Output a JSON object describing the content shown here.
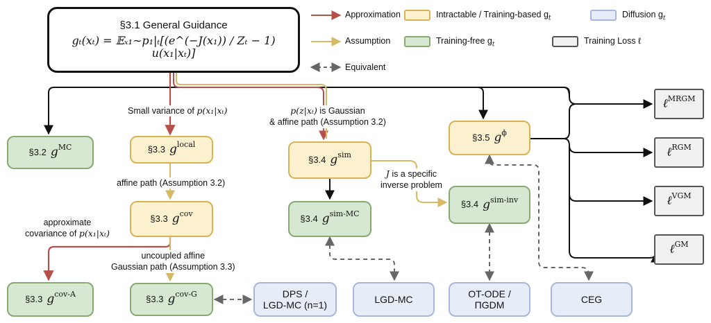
{
  "legend": {
    "approximation": "Approximation",
    "assumption": "Assumption",
    "equivalent": "Equivalent",
    "intractable": "Intractable / Training-based g",
    "intractable_sub": "t",
    "training_free": "Training-free g",
    "training_free_sub": "t",
    "diffusion": "Diffusion g",
    "diffusion_sub": "t",
    "training_loss": "Training Loss ℓ"
  },
  "colors": {
    "approximation": "#b5504a",
    "assumption": "#d6b865",
    "equivalent": "#666666",
    "yellow_fill": "#fbf1cf",
    "green_fill": "#d6e8d2",
    "blue_fill": "#e7ecf9",
    "gray_fill": "#f1f1f1"
  },
  "main": {
    "title": "§3.1 General Guidance",
    "formula": "gₜ(xₜ) = 𝔼ₓ₁∼p₁|ₜ[(e^(−J(x₁)) / Zₜ − 1) u(x₁|xₜ)]"
  },
  "nodes": {
    "mc": {
      "sec": "§3.2",
      "sym": "g",
      "sup": "MC"
    },
    "local": {
      "sec": "§3.3",
      "sym": "g",
      "sup": "local"
    },
    "cov": {
      "sec": "§3.3",
      "sym": "g",
      "sup": "cov"
    },
    "cova": {
      "sec": "§3.3",
      "sym": "g",
      "sup": "cov-A"
    },
    "covg": {
      "sec": "§3.3",
      "sym": "g",
      "sup": "cov-G"
    },
    "sim": {
      "sec": "§3.4",
      "sym": "g",
      "sup": "sim"
    },
    "simmc": {
      "sec": "§3.4",
      "sym": "g",
      "sup": "sim-MC"
    },
    "siminv": {
      "sec": "§3.4",
      "sym": "g",
      "sup": "sim-inv"
    },
    "phi": {
      "sec": "§3.5",
      "sym": "g",
      "sup": "ϕ"
    },
    "dps": {
      "line1": "DPS /",
      "line2": "LGD-MC (n=1)"
    },
    "lgdmc": {
      "label": "LGD-MC"
    },
    "otode": {
      "line1": "OT-ODE /",
      "line2": "ΠGDM"
    },
    "ceg": {
      "label": "CEG"
    },
    "mrgm": {
      "sym": "ℓ",
      "sup": "MRGM"
    },
    "rgm": {
      "sym": "ℓ",
      "sup": "RGM"
    },
    "vgm": {
      "sym": "ℓ",
      "sup": "VGM"
    },
    "gm": {
      "sym": "ℓ",
      "sup": "GM"
    }
  },
  "labels": {
    "small_var_text": "Small variance of ",
    "small_var_math": "p(x₁|xₜ)",
    "affine1": "affine path (Assumption 3.2)",
    "approx_cov_l1": "approximate",
    "approx_cov_l2": "covariance of ",
    "approx_cov_math": "p(x₁|xₜ)",
    "uncoupled_l1": "uncoupled affine",
    "uncoupled_l2": "Gaussian path (Assumption 3.3)",
    "gauss_math": "p(z|xₜ)",
    "gauss_l1": " is Gaussian",
    "gauss_l2": "& affine path (Assumption 3.2)",
    "j_math": "J",
    "j_l1": " is a specific",
    "j_l2": "inverse problem"
  }
}
